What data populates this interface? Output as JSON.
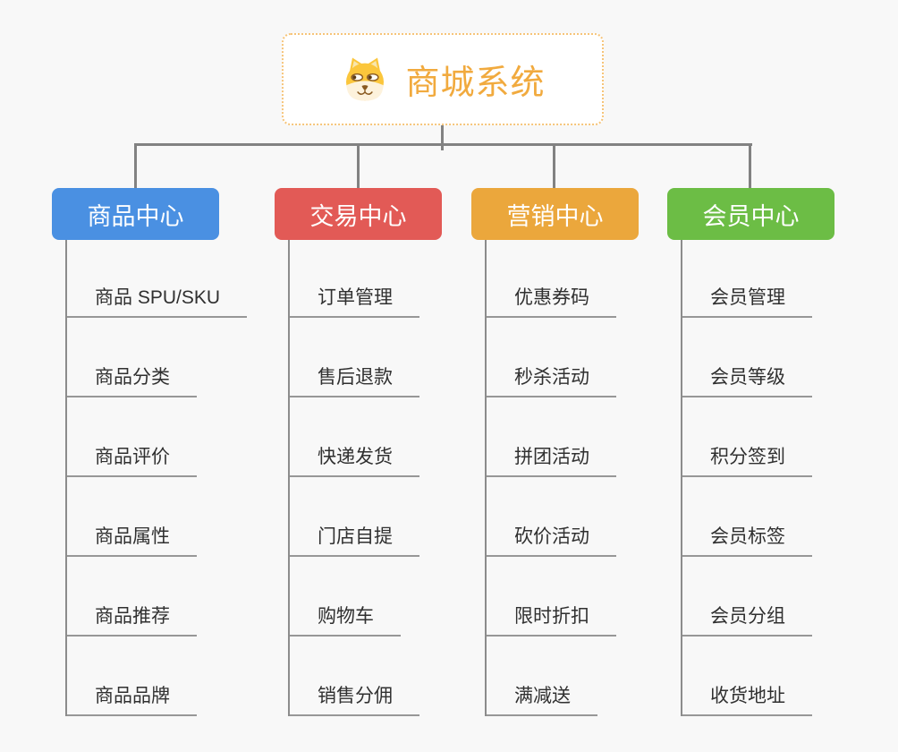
{
  "page": {
    "background": "#f8f8f8"
  },
  "root": {
    "title": "商城系统",
    "icon": "dog-face-icon",
    "accent_color": "#f1aa3e",
    "border_color": "#f6c479"
  },
  "connector_color": "#828282",
  "underline_color": "#979797",
  "branches": [
    {
      "label": "商品中心",
      "color": "#4a90e2",
      "items": [
        "商品 SPU/SKU",
        "商品分类",
        "商品评价",
        "商品属性",
        "商品推荐",
        "商品品牌"
      ]
    },
    {
      "label": "交易中心",
      "color": "#e25a56",
      "items": [
        "订单管理",
        "售后退款",
        "快递发货",
        "门店自提",
        "购物车",
        "销售分佣"
      ]
    },
    {
      "label": "营销中心",
      "color": "#eba73c",
      "items": [
        "优惠券码",
        "秒杀活动",
        "拼团活动",
        "砍价活动",
        "限时折扣",
        "满减送"
      ]
    },
    {
      "label": "会员中心",
      "color": "#6cbd45",
      "items": [
        "会员管理",
        "会员等级",
        "积分签到",
        "会员标签",
        "会员分组",
        "收货地址"
      ]
    }
  ]
}
